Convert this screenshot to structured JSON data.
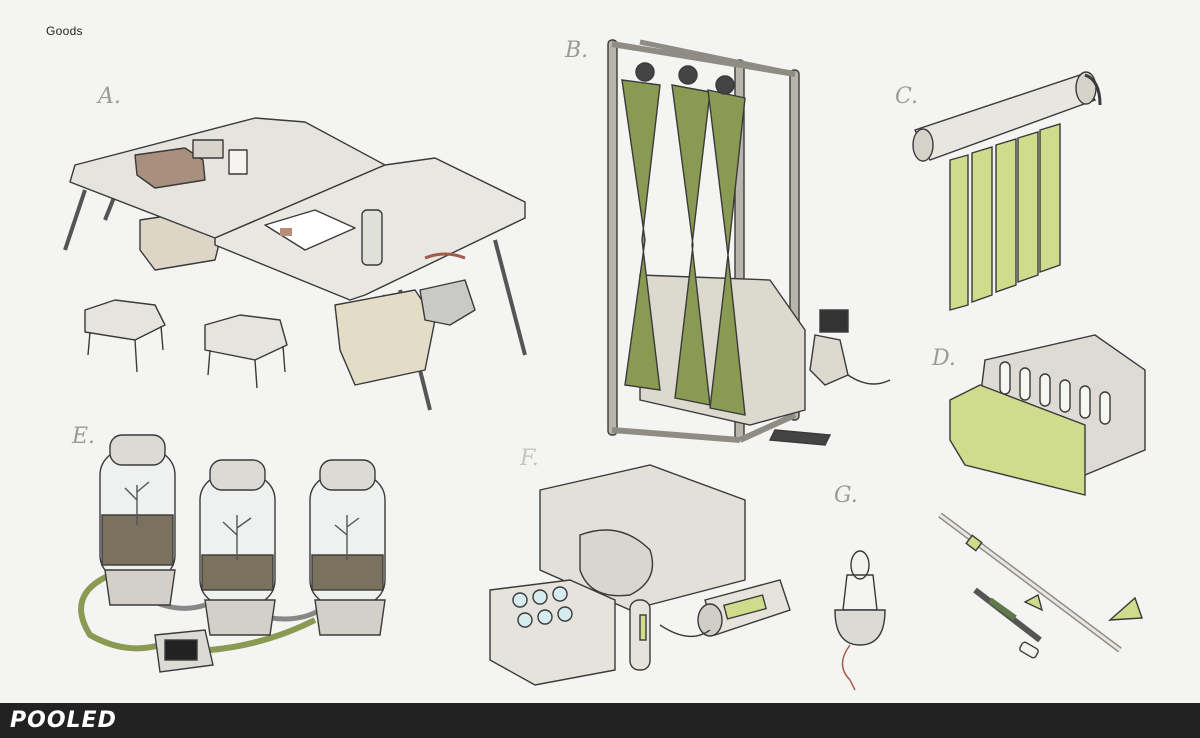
{
  "header": {
    "title": "Goods"
  },
  "labels": {
    "a": "A.",
    "b": "B.",
    "c": "C.",
    "d": "D.",
    "e": "E.",
    "f": "F.",
    "g": "G."
  },
  "footer": {
    "brand": "POOLED"
  },
  "colors": {
    "background": "#f4f4f2",
    "line": "#3a3a3a",
    "paper": "#e9e7e1",
    "leaf_green": "#8a9a52",
    "lime": "#cfdc8c",
    "soil": "#7a715e",
    "footer": "#222222"
  }
}
